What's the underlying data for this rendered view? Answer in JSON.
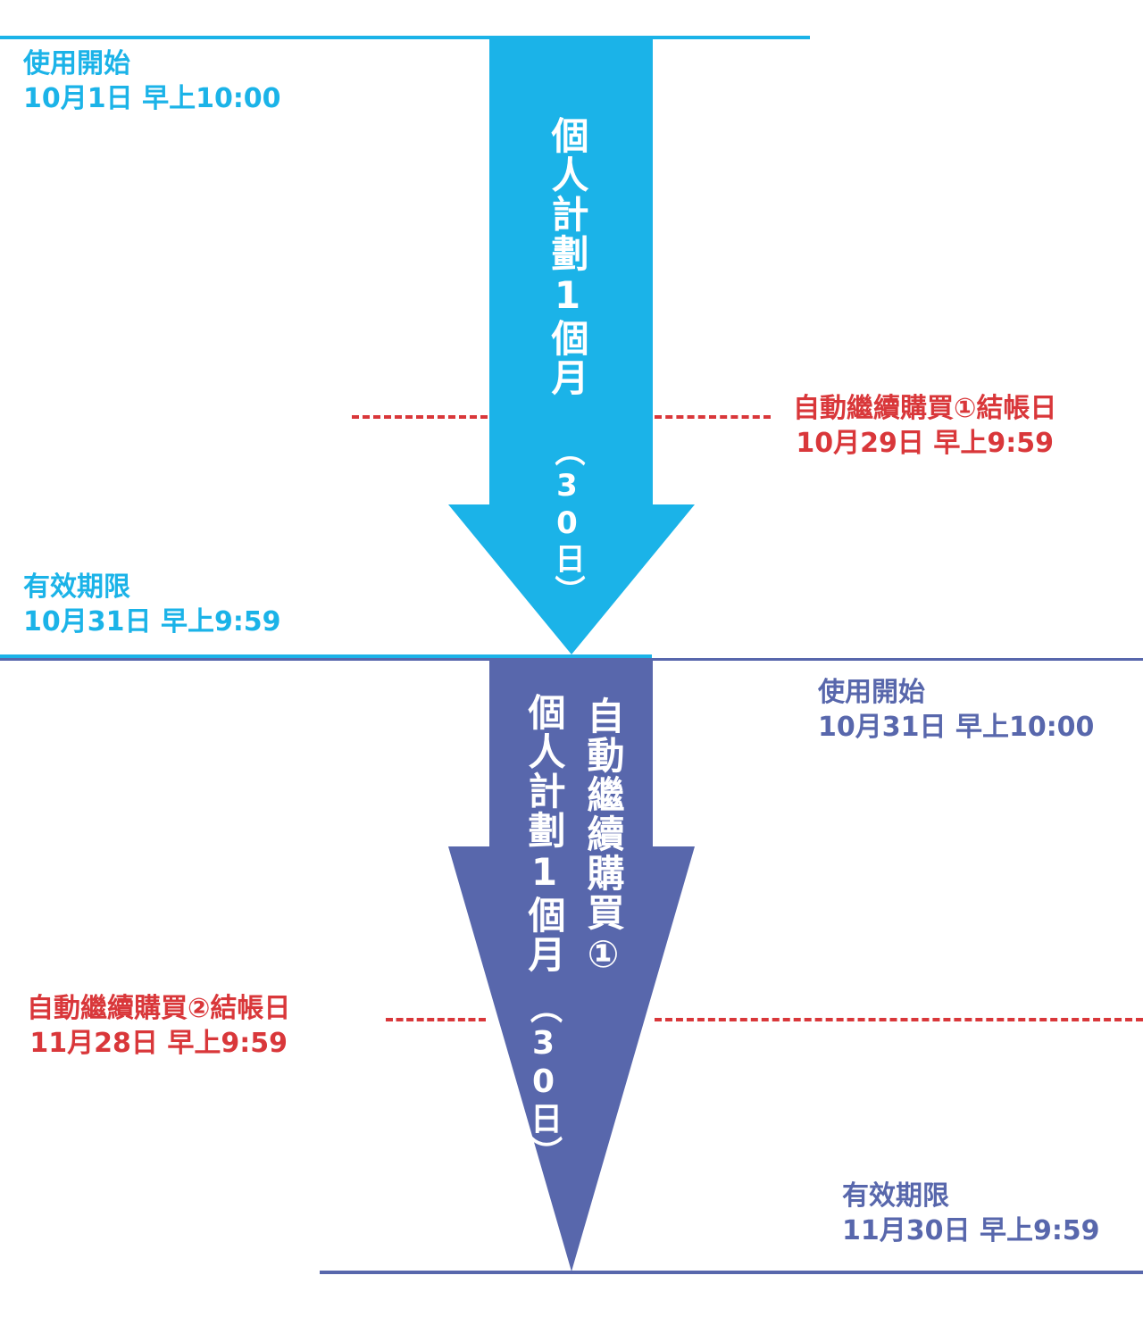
{
  "colors": {
    "period1": "#1bb3e8",
    "period2": "#5867ac",
    "renewal": "#d9373a",
    "arrow_text": "#ffffff"
  },
  "period1": {
    "start": {
      "title": "使用開始",
      "datetime": "10月1日  早上10:00"
    },
    "arrow_label": "個人計劃1個月",
    "arrow_duration": "（30日）",
    "renewal_checkout": {
      "title": "自動繼續購買①結帳日",
      "datetime": "10月29日  早上9:59"
    },
    "expiry": {
      "title": "有效期限",
      "datetime": "10月31日  早上9:59"
    }
  },
  "period2": {
    "start": {
      "title": "使用開始",
      "datetime": "10月31日  早上10:00"
    },
    "arrow_label": "個人計劃1個月",
    "arrow_duration": "（30日）",
    "arrow_sublabel": "自動繼續購買①",
    "renewal_checkout": {
      "title": "自動繼續購買②結帳日",
      "datetime": "11月28日  早上9:59"
    },
    "expiry": {
      "title": "有效期限",
      "datetime": "11月30日  早上9:59"
    }
  }
}
